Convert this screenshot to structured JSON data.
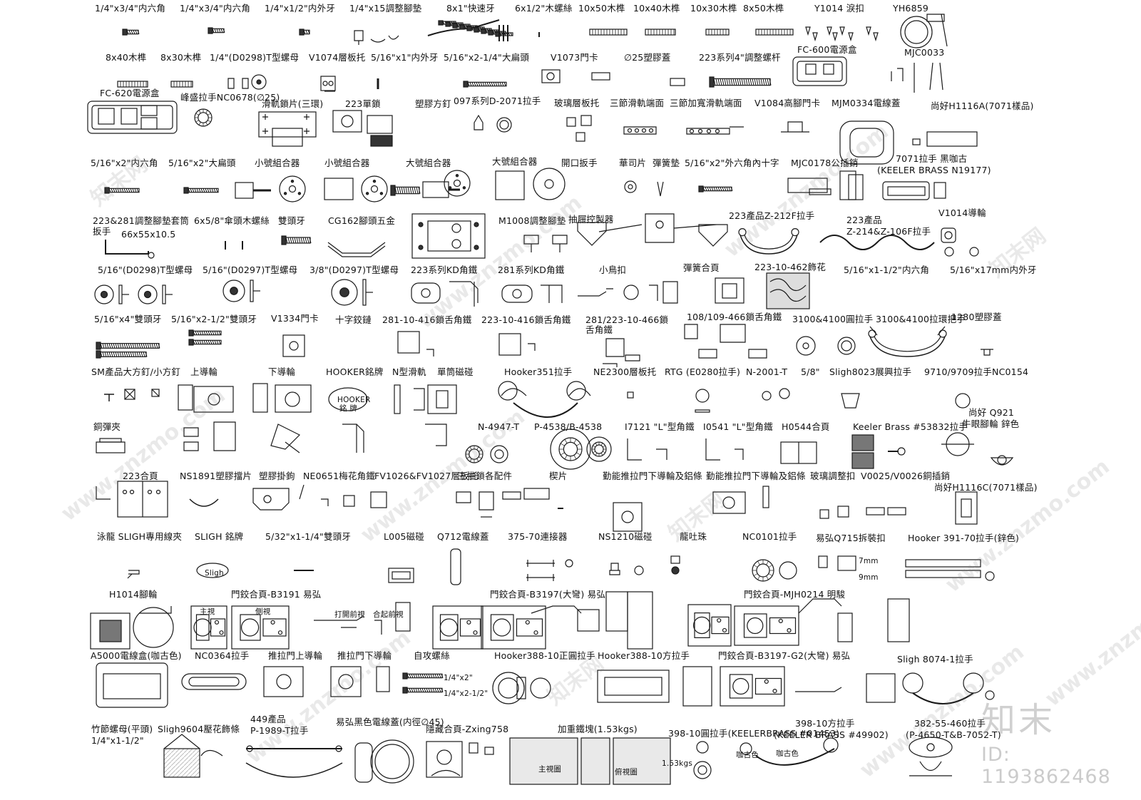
{
  "sheet": {
    "labels": [
      "1/4\"x3/4\"内六角",
      "1/4\"x3/4\"内六角",
      "1/4\"x1/2\"内外牙",
      "1/4\"x15調整腳墊",
      "8x1\"快速牙",
      "6x1/2\"木螺絲",
      "10x50木榫",
      "10x40木榫",
      "10x30木榫",
      "8x50木榫",
      "Y1014 淚扣",
      "YH6859",
      "8x40木榫",
      "8x30木榫",
      "1/4\"(D0298)T型螺母",
      "V1074層板托",
      "5/16\"x1\"内外牙",
      "5/16\"x2-1/4\"大扁頭",
      "V1073門卡",
      "∅25塑膠蓋",
      "223系列4\"調整螺杆",
      "FC-600電源盒",
      "MJC0033",
      "FC-620電源盒",
      "峰盛拉手NC0678(∅25)",
      "滑軌鎖片(三環)",
      "223單鎖",
      "塑膠方釘",
      "097系列D-2071拉手",
      "玻璃層板托",
      "三節滑軌端面",
      "三節加寬滑軌端面",
      "V1084高腳門卡",
      "MJM0334電線蓋",
      "尚好H1116A(7071樣品)",
      "5/16\"x2\"内六角",
      "5/16\"x2\"大扁頭",
      "小號組合器",
      "小號組合器",
      "大號組合器",
      "大號組合器",
      "開口扳手",
      "華司片",
      "彈簧墊",
      "5/16\"x2\"外六角內十字",
      "MJC0178公插銷",
      "7071拉手 黑咖古",
      "(KEELER BRASS N19177)",
      "223&281調整腳墊套筒",
      "扳手",
      "6x5/8\"傘頭木螺絲",
      "雙頭牙",
      "CG162腳頭五金",
      "66x55x10.5",
      "M1008調整腳墊",
      "抽屜控製器",
      "223產品Z-212F拉手",
      "223產品",
      "Z-214&Z-106F拉手",
      "V1014導輪",
      "5/16\"(D0298)T型螺母",
      "5/16\"(D0297)T型螺母",
      "3/8\"(D0297)T型螺母",
      "223系列KD角鐵",
      "281系列KD角鐵",
      "小鳥扣",
      "彈簧合頁",
      "223-10-462飾花",
      "5/16\"x1-1/2\"内六角",
      "5/16\"x17mm内外牙",
      "5/16\"x4\"雙頭牙",
      "5/16\"x2-1/2\"雙頭牙",
      "V1334門卡",
      "十字鉸鏈",
      "281-10-416鎖舌角鐵",
      "223-10-416鎖舌角鐵",
      "281/223-10-466鎖",
      "舌角鐵",
      "108/109-466鎖舌角鐵",
      "3100&4100圓拉手",
      "3100&4100拉環把手",
      "1280塑膠蓋",
      "SM產品大方釘/小方釘",
      "上導輪",
      "下導輪",
      "HOOKER銘牌",
      "N型滑軌",
      "單筒磁碰",
      "Hooker351拉手",
      "NE2300層板托",
      "RTG (E0280拉手)",
      "N-2001-T",
      "5/8\"",
      "Sligh8023展興拉手",
      "9710/9709拉手NC0154",
      "銅彈夾",
      "N-4947-T",
      "P-4538/B-4538",
      "I7121 \"L\"型角鐵",
      "I0541 \"L\"型角鐵",
      "H0544合頁",
      "Keeler Brass #53832拉手",
      "尚好 Q921",
      "牛眼腳輪 鋅色",
      "223合頁",
      "NS1891塑膠擋片",
      "塑膠掛鉤",
      "NE0651梅花角鐵",
      "FV1026&FV1027層板托",
      "三抽鎖各配件",
      "楔片",
      "勤能推拉門下導輪及鋁條",
      "勤能推拉門下導輪及鋁條",
      "玻璃調整扣",
      "V0025/V0026銅插銷",
      "尚好H1116C(7071樣品)",
      "泳龍 SLIGH專用線夾",
      "SLIGH 銘牌",
      "5/32\"x1-1/4\"雙頭牙",
      "L005磁碰",
      "Q712電線蓋",
      "375-70連接器",
      "NS1210磁碰",
      "龍吐珠",
      "NC0101拉手",
      "易弘Q715拆裝扣",
      "Hooker 391-70拉手(鋅色)",
      "H1014腳輪",
      "門鉸合頁-B3191 易弘",
      "門鉸合頁-B3197(大彎) 易弘",
      "門鉸合頁-MJH0214 明駿",
      "A5000電線盒(咖古色)",
      "NC0364拉手",
      "推拉門上導輪",
      "推拉門下導輪",
      "自攻螺絲",
      "Hooker388-10正圓拉手",
      "Hooker388-10方拉手",
      "門鉸合頁-B3197-G2(大彎) 易弘",
      "Sligh 8074-1拉手",
      "竹節螺母(平頭)",
      "1/4\"x1-1/2\"",
      "Sligh9604壓花飾條",
      "449產品",
      "P-1989-T拉手",
      "易弘黑色電線蓋(内徑∅45)",
      "隱藏合頁-Zxing758",
      "加重鐵塊(1.53kgs)",
      "398-10圓拉手(KEELERBRASS #01453)",
      "398-10方拉手",
      "(KEELER BRASS #49902)",
      "382-55-460拉手",
      "(P-4650-T&B-7052-T)"
    ],
    "small_texts": [
      "7mm",
      "9mm",
      "1/4\"x2\"",
      "1/4\"x2-1/2\"",
      "HOOKER",
      "銘 牌",
      "Sligh",
      "主視",
      "側視",
      "打開前視",
      "合起前視",
      "咖古色",
      "咖古色",
      "主視圖",
      "俯視圖",
      "1.53kgs"
    ],
    "watermark": "www.znzmo.com",
    "watermark_cn": "知末网"
  },
  "brand": {
    "logo": "知末",
    "id": "ID: 1193862468"
  },
  "colors": {
    "line": "#1a1a1a",
    "fill_dark": "#333333",
    "hatch": "#bdbdbd",
    "watermark": "#9a9a9a"
  }
}
